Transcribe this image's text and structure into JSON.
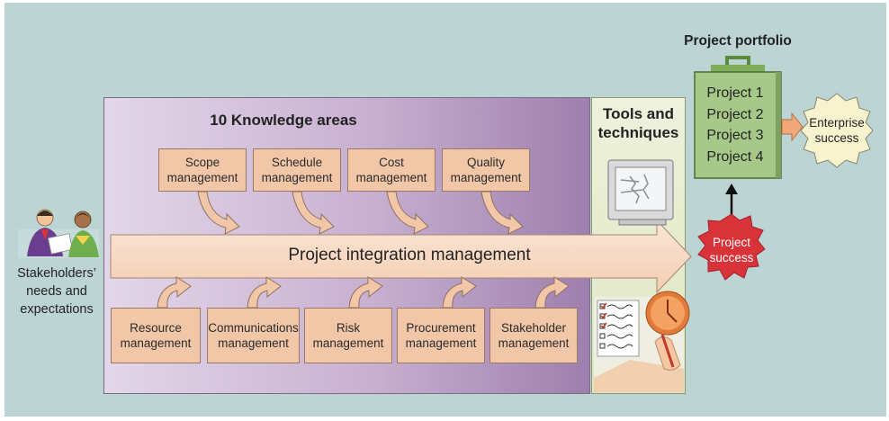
{
  "title": "10 Knowledge areas",
  "integration": "Project integration management",
  "top_areas": [
    {
      "l1": "Scope",
      "l2": "management"
    },
    {
      "l1": "Schedule",
      "l2": "management"
    },
    {
      "l1": "Cost",
      "l2": "management"
    },
    {
      "l1": "Quality",
      "l2": "management"
    }
  ],
  "bottom_areas": [
    {
      "l1": "Resource",
      "l2": "management"
    },
    {
      "l1": "Communications",
      "l2": "management"
    },
    {
      "l1": "Risk",
      "l2": "management"
    },
    {
      "l1": "Procurement",
      "l2": "management"
    },
    {
      "l1": "Stakeholder",
      "l2": "management"
    }
  ],
  "tools": {
    "l1": "Tools and",
    "l2": "techniques"
  },
  "stakeholders": {
    "l1": "Stakeholders’",
    "l2": "needs and",
    "l3": "expectations"
  },
  "portfolio": {
    "title": "Project portfolio",
    "projects": [
      "Project 1",
      "Project 2",
      "Project 3",
      "Project 4"
    ]
  },
  "success": {
    "l1": "Project",
    "l2": "success"
  },
  "enterprise": {
    "l1": "Enterprise",
    "l2": "success"
  },
  "colors": {
    "background": "#bcd4d4",
    "area_box": "#f2c7a8",
    "knowledge_panel": "#b49cc0",
    "tools_panel": "#e4eacb",
    "portfolio": "#a6c98a",
    "project_success": "#d9333a",
    "enterprise_success": "#f8f3cf",
    "arrow": "#f2c7a8"
  },
  "icons": [
    "stakeholders-illustration",
    "computer-monitor-icon",
    "checklist-clock-illustration",
    "briefcase-handle-icon",
    "starburst-icon"
  ]
}
